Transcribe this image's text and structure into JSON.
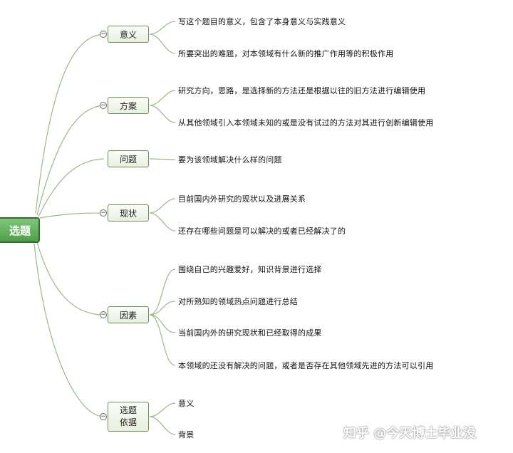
{
  "root": {
    "label": "选题"
  },
  "branches": [
    {
      "label": "意义",
      "leaves": [
        "写这个题目的意义，包含了本身意义与实践意义",
        "所要突出的难题，对本领域有什么新的推广作用等的积极作用"
      ]
    },
    {
      "label": "方案",
      "leaves": [
        "研究方向，思路，是选择新的方法还是根据以往的旧方法进行编辑使用",
        "从其他领域引入本领域未知的或是没有试过的方法对其进行创新编辑使用"
      ]
    },
    {
      "label": "问题",
      "leaves": [
        "要为该领域解决什么样的问题"
      ]
    },
    {
      "label": "现状",
      "leaves": [
        "目前国内外研究的现状以及进展关系",
        "还存在哪些问题是可以解决的或者已经解决了的"
      ]
    },
    {
      "label": "因素",
      "leaves": [
        "围绕自己的兴趣爱好，知识背景进行选择",
        "对所熟知的领域热点问题进行总结",
        "当前国内外的研究现状和已经取得的成果",
        "本领域的还没有解决的问题，或者是否存在其他领域先进的方法可以引用"
      ]
    },
    {
      "label_line1": "选题",
      "label_line2": "依据",
      "leaves": [
        "意义",
        "背景"
      ]
    }
  ],
  "collapse_symbol": "−",
  "watermark": "知乎 @今天博士毕业没"
}
